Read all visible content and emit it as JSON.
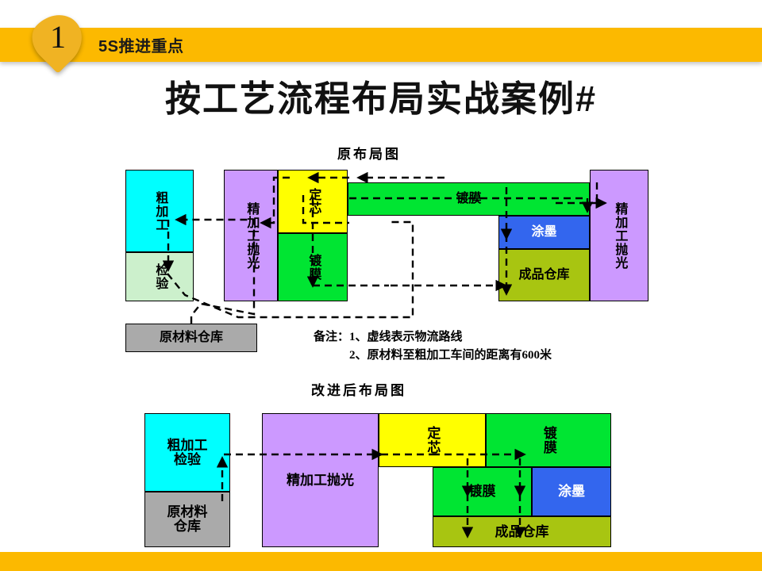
{
  "header": {
    "number": "1",
    "section_label": "5S推进重点",
    "slide_title": "按工艺流程布局实战案例#"
  },
  "diagram_original": {
    "caption": "原布局图",
    "boxes": [
      {
        "id": "rough-process",
        "label": "粗加工",
        "color": "#00ffff"
      },
      {
        "id": "inspection",
        "label": "检验",
        "color": "#ccf0cc"
      },
      {
        "id": "fine-polish-l",
        "label": "精加工抛光",
        "color": "#cc99ff"
      },
      {
        "id": "core-set",
        "label": "定芯",
        "color": "#ffff00"
      },
      {
        "id": "coating-left",
        "label": "镀膜",
        "color": "#00e532"
      },
      {
        "id": "coating-top",
        "label": "镀膜",
        "color": "#00e532"
      },
      {
        "id": "ink-coat",
        "label": "涂墨",
        "color": "#3366ee"
      },
      {
        "id": "finished-goods",
        "label": "成品仓库",
        "color": "#a8c511"
      },
      {
        "id": "fine-polish-r",
        "label": "精加工抛光",
        "color": "#cc99ff"
      },
      {
        "id": "raw-warehouse",
        "label": "原材料仓库",
        "color": "#aaaaaa"
      }
    ]
  },
  "notes": {
    "prefix": "备注：",
    "line1": "1、虚线表示物流路线",
    "line2": "2、原材料至粗加工车间的距离有600米"
  },
  "diagram_improved": {
    "caption": "改进后布局图",
    "boxes": [
      {
        "id": "rough-inspect",
        "label": "粗加工\n检验",
        "color": "#00ffff"
      },
      {
        "id": "raw-warehouse-2",
        "label": "原材料\n仓库",
        "color": "#aaaaaa"
      },
      {
        "id": "fine-polish",
        "label": "精加工抛光",
        "color": "#cc99ff"
      },
      {
        "id": "core-set-2",
        "label": "定芯",
        "color": "#ffff00"
      },
      {
        "id": "coating-top-2",
        "label": "镀膜",
        "color": "#00e532"
      },
      {
        "id": "coating-mid",
        "label": "镀膜",
        "color": "#00e532"
      },
      {
        "id": "ink-coat-2",
        "label": "涂墨",
        "color": "#3366ee"
      },
      {
        "id": "finished-2",
        "label": "成品仓库",
        "color": "#a8c511"
      }
    ]
  },
  "colors": {
    "accent": "#fcb900",
    "pin": "#f0b323",
    "cyan": "#00ffff",
    "light_green": "#ccf0cc",
    "purple": "#cc99ff",
    "yellow": "#ffff00",
    "green": "#00e532",
    "blue": "#3366ee",
    "olive": "#a8c511",
    "gray": "#aaaaaa"
  }
}
